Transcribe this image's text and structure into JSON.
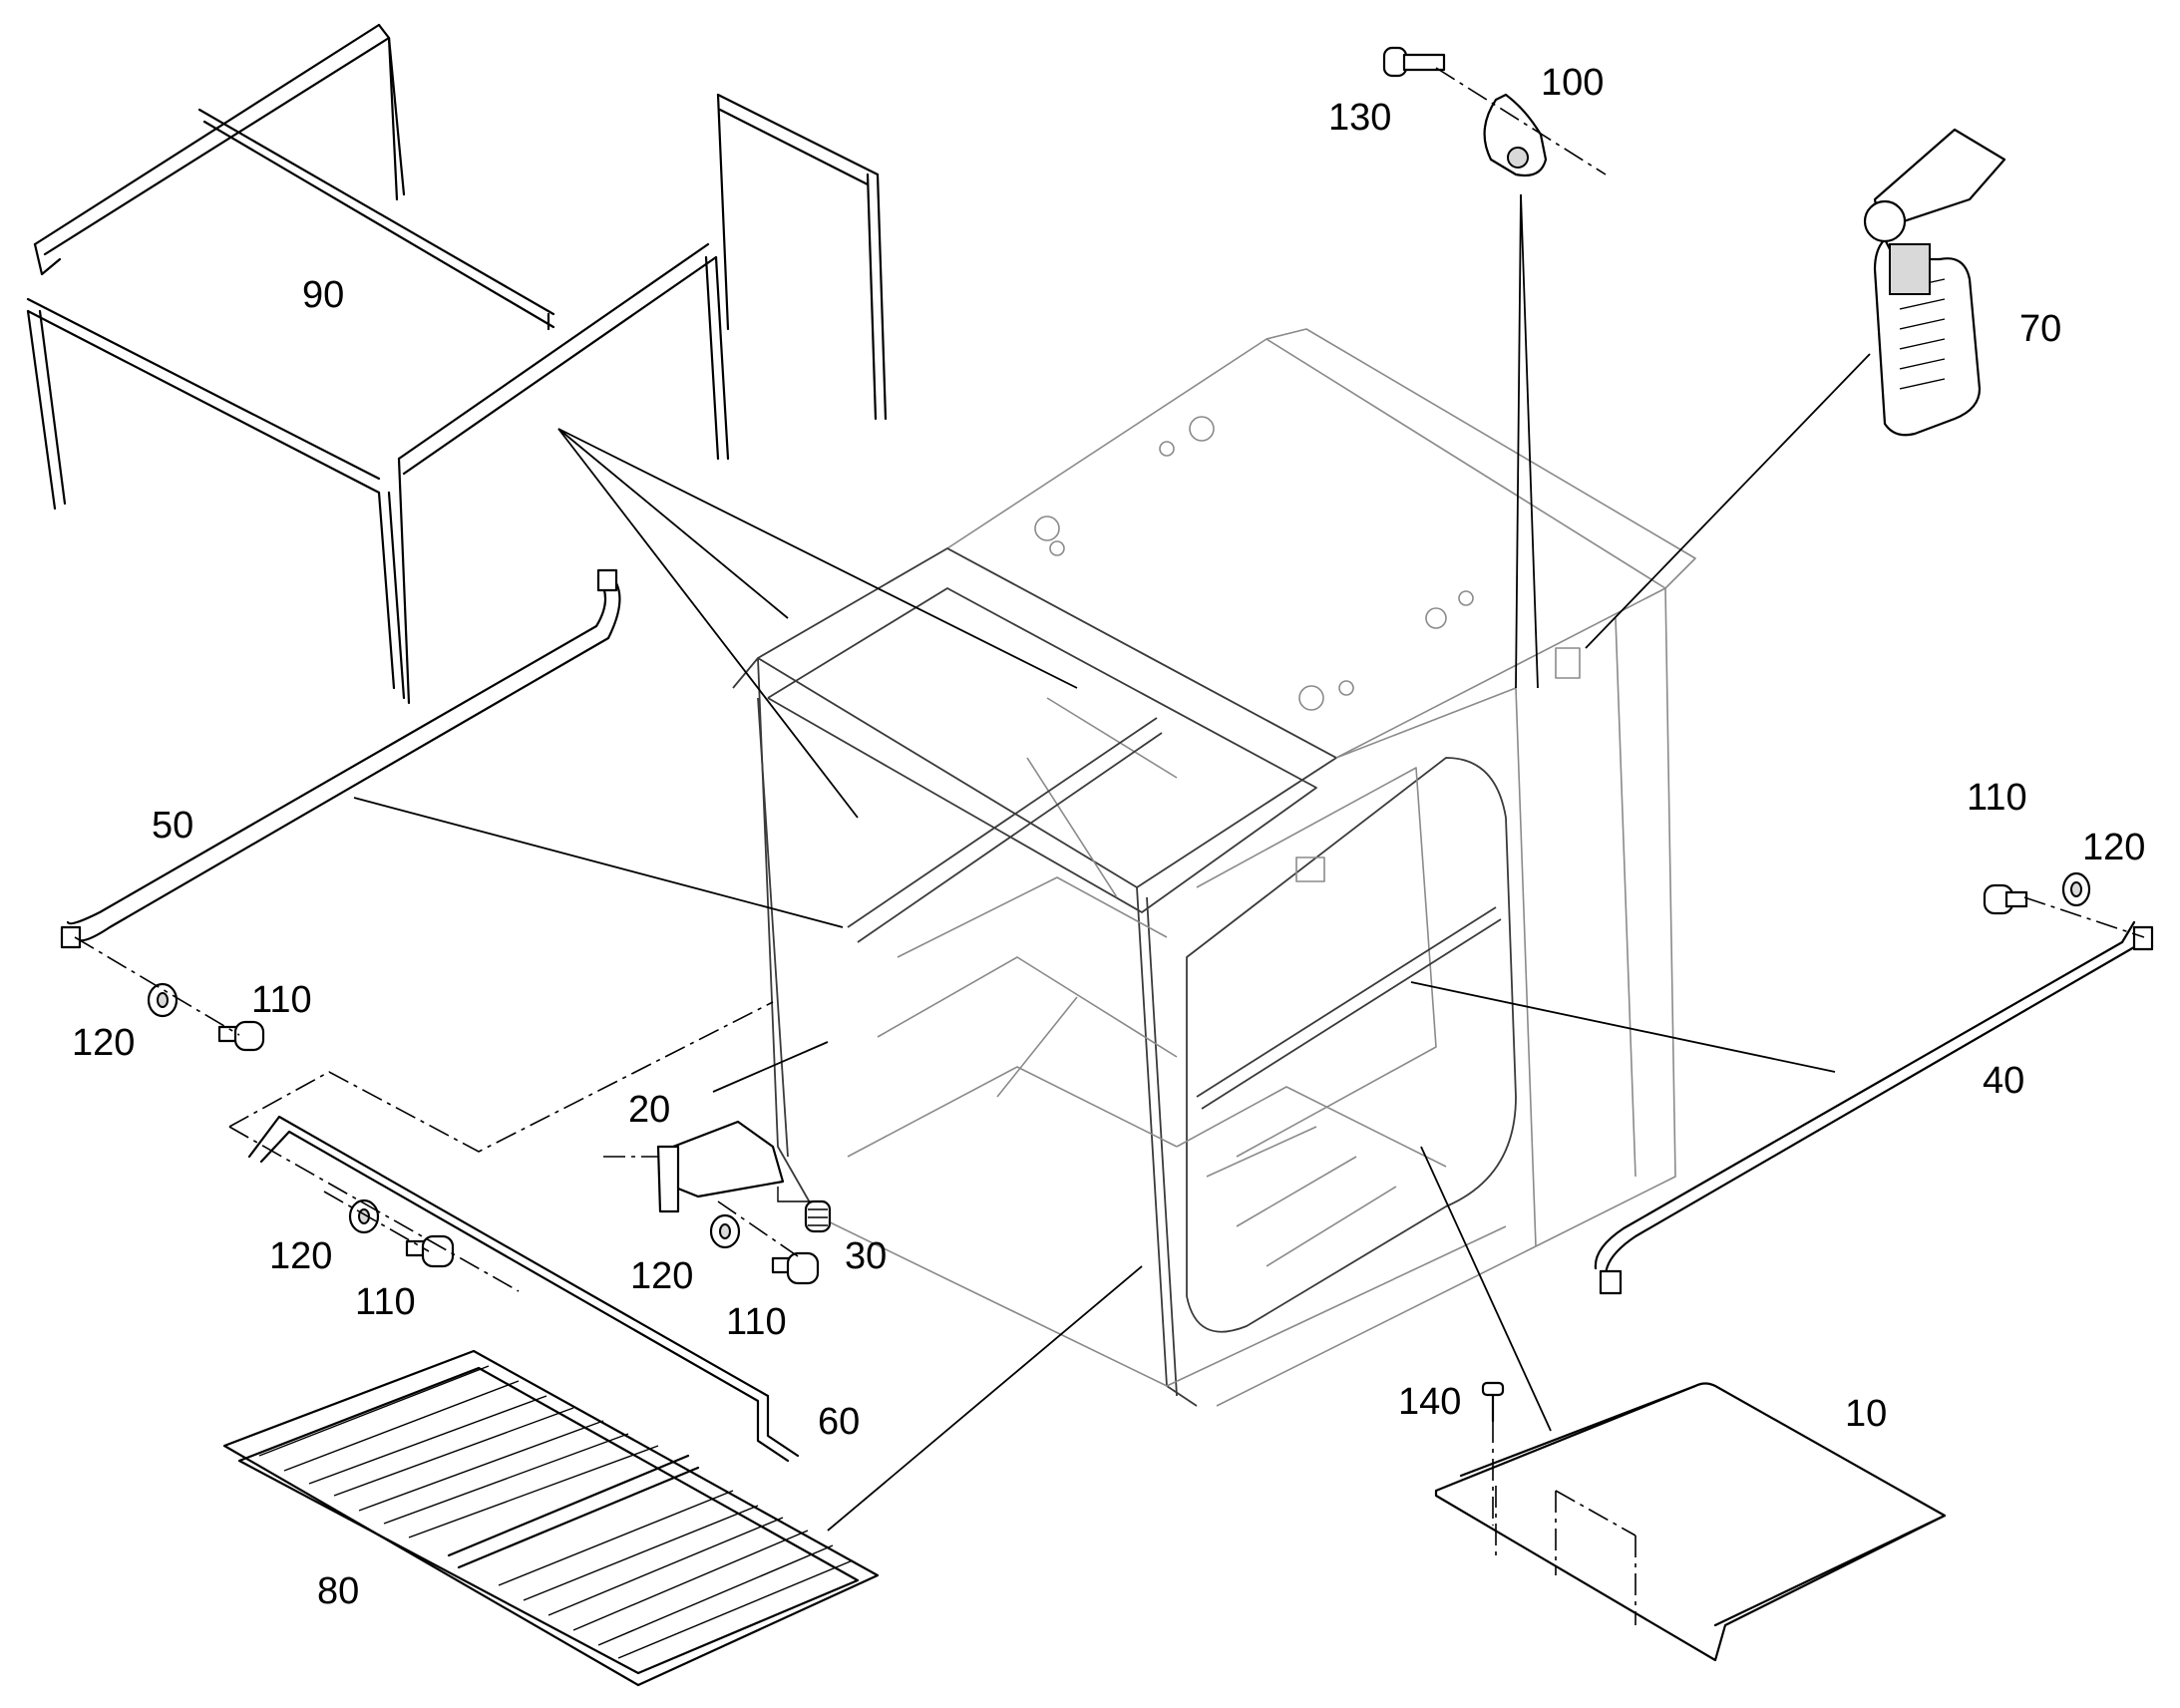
{
  "callouts": {
    "c10": "10",
    "c20": "20",
    "c30": "30",
    "c40": "40",
    "c50": "50",
    "c60": "60",
    "c70": "70",
    "c80": "80",
    "c90": "90",
    "c100": "100",
    "c110_left": "110",
    "c120_left": "120",
    "c110_right": "110",
    "c120_right": "120",
    "c110_mid": "110",
    "c120_mid": "120",
    "c110_bracket": "110",
    "c120_bracket": "120",
    "c130": "130",
    "c140": "140"
  }
}
